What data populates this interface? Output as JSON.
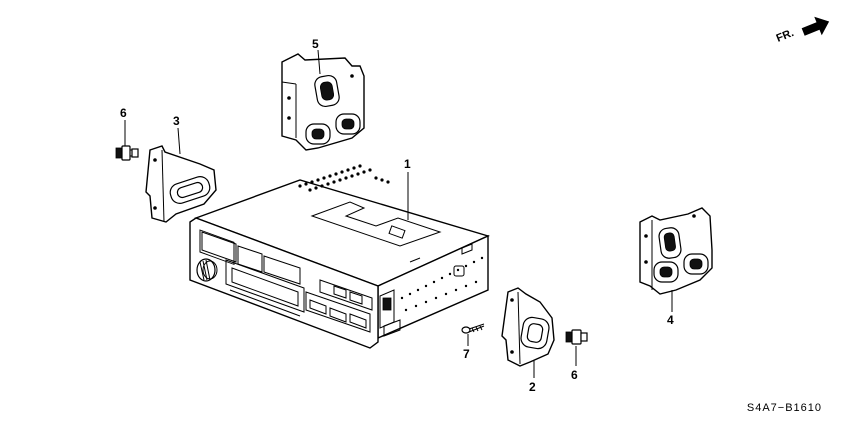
{
  "diagram_code": "S4A7−B1610",
  "direction_marker": {
    "label": "FR.",
    "icon": "arrow-right-icon"
  },
  "callouts": {
    "c1": "1",
    "c2": "2",
    "c3": "3",
    "c4": "4",
    "c5": "5",
    "c6a": "6",
    "c6b": "6",
    "c7": "7"
  }
}
